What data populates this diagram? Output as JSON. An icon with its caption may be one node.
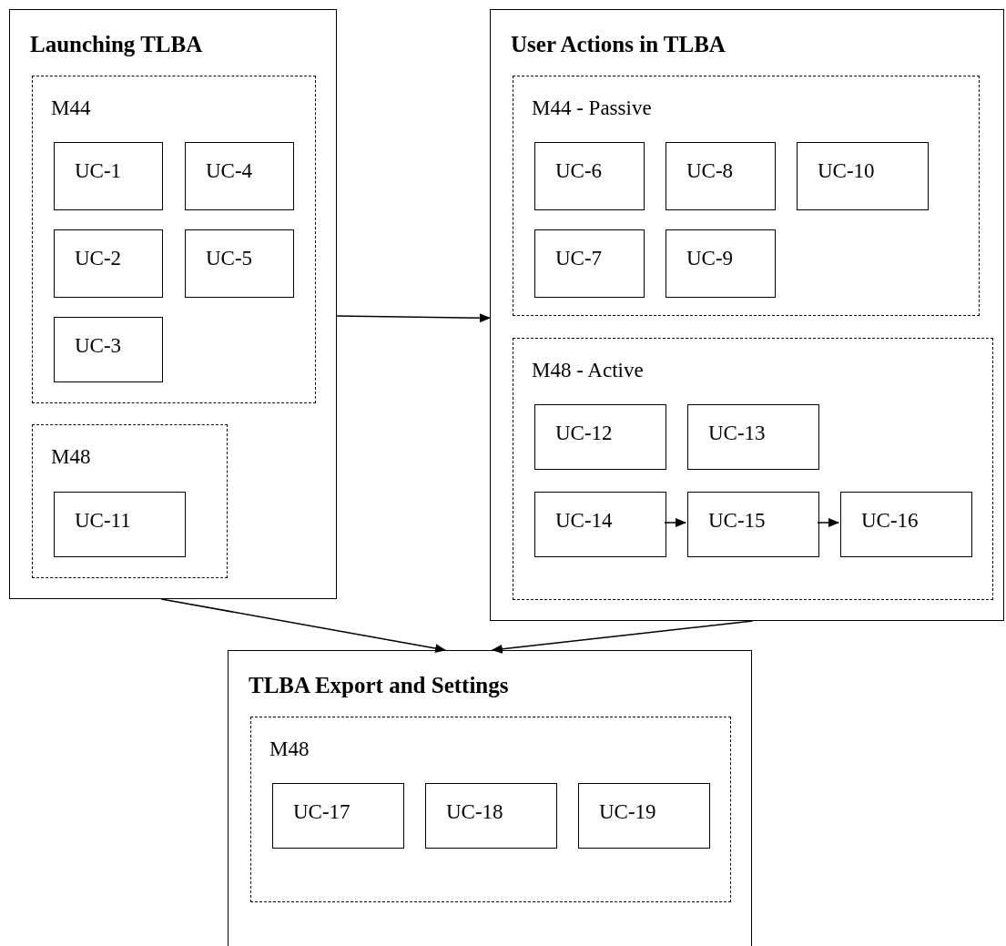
{
  "diagram": {
    "nodes": [
      {
        "text": [
          "Launching TLBA"
        ]
      },
      {
        "text": [
          "M44"
        ],
        "in": 0
      },
      {
        "text": [
          "UC-1"
        ],
        "in": 1
      },
      {
        "text": [
          "UC-4"
        ],
        "in": 1
      },
      {
        "text": [
          "UC-2"
        ],
        "in": 1
      },
      {
        "text": [
          "UC-5"
        ],
        "in": 1
      },
      {
        "text": [
          "UC-3"
        ],
        "in": 1
      },
      {
        "text": [
          "M48"
        ],
        "in": 0
      },
      {
        "text": [
          "UC-11"
        ],
        "in": 7
      },
      {
        "text": [
          "User Actions in TLBA"
        ]
      },
      {
        "text": [
          "M44 - Passive"
        ],
        "in": 9
      },
      {
        "text": [
          "UC-6"
        ],
        "in": 10
      },
      {
        "text": [
          "UC-8"
        ],
        "in": 10
      },
      {
        "text": [
          "UC-10"
        ],
        "in": 10
      },
      {
        "text": [
          "UC-7"
        ],
        "in": 10
      },
      {
        "text": [
          "UC-9"
        ],
        "in": 10
      },
      {
        "text": [
          "M48 - Active"
        ],
        "in": 9
      },
      {
        "text": [
          "UC-12"
        ],
        "in": 16
      },
      {
        "text": [
          "UC-13"
        ],
        "in": 16
      },
      {
        "text": [
          "UC-14"
        ],
        "in": 16
      },
      {
        "text": [
          "UC-15"
        ],
        "in": 16
      },
      {
        "text": [
          "UC-16"
        ],
        "in": 16
      },
      {
        "text": [
          "TLBA Export and Settings"
        ]
      },
      {
        "text": [
          "M48"
        ],
        "in": 22
      },
      {
        "text": [
          "UC-17"
        ],
        "in": 23
      },
      {
        "text": [
          "UC-18"
        ],
        "in": 23
      },
      {
        "text": [
          "UC-19"
        ],
        "in": 23
      }
    ],
    "edges": [
      {
        "from": 0,
        "to": 9,
        "arrow": "to"
      },
      {
        "from": 0,
        "to": 22,
        "arrow": "to"
      },
      {
        "from": 9,
        "to": 22,
        "arrow": "to"
      },
      {
        "from": 19,
        "to": 20,
        "arrow": "to"
      },
      {
        "from": 20,
        "to": 21,
        "arrow": "to"
      }
    ]
  }
}
